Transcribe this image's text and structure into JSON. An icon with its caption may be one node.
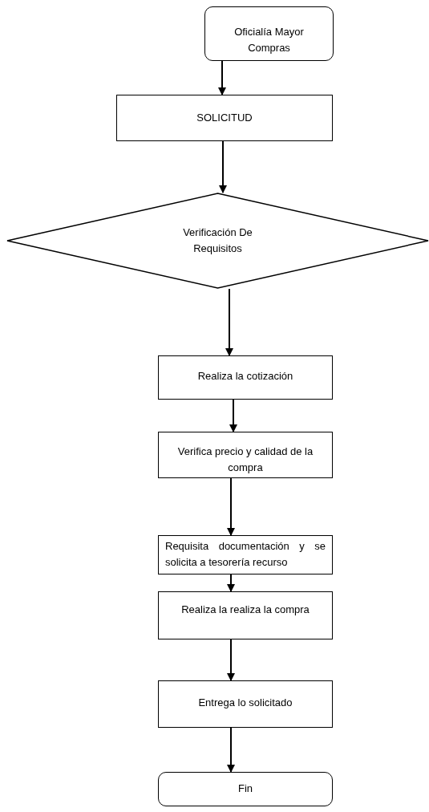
{
  "diagram": {
    "nodes": [
      {
        "text": [
          "Oficialía Mayor  Compras"
        ]
      },
      {
        "text": [
          "SOLICITUD"
        ]
      },
      {
        "text": [
          "Verificación De  Requisitos"
        ]
      },
      {
        "text": [
          "Realiza la cotización"
        ]
      },
      {
        "text": [
          "Verifica precio y calidad de la compra"
        ]
      },
      {
        "text": [
          "Requisita documentación y se solicita a tesorería recurso"
        ]
      },
      {
        "text": [
          "Realiza la realiza la compra"
        ]
      },
      {
        "text": [
          "Entrega lo solicitado"
        ]
      },
      {
        "text": [
          "Fin"
        ]
      }
    ],
    "edges": [
      {
        "from": 0,
        "to": 1,
        "arrow": "to"
      },
      {
        "from": 1,
        "to": 2,
        "arrow": "to"
      },
      {
        "from": 2,
        "to": 3,
        "arrow": "to"
      },
      {
        "from": 3,
        "to": 4,
        "arrow": "to"
      },
      {
        "from": 4,
        "to": 5,
        "arrow": "to"
      },
      {
        "from": 5,
        "to": 6,
        "arrow": "to"
      },
      {
        "from": 6,
        "to": 7,
        "arrow": "to"
      },
      {
        "from": 7,
        "to": 8,
        "arrow": "to"
      }
    ]
  }
}
